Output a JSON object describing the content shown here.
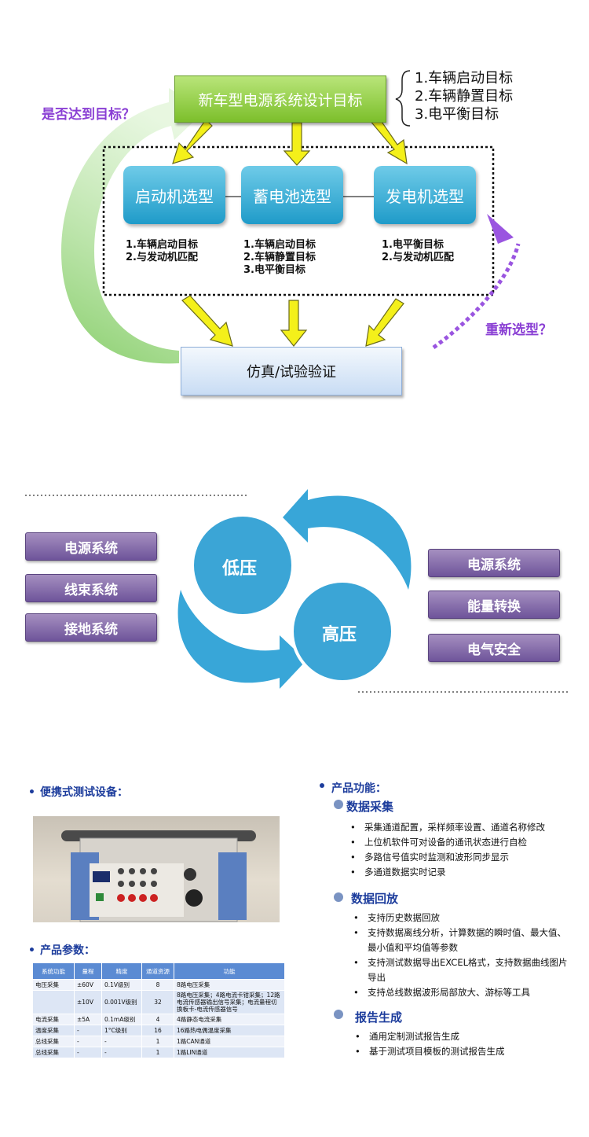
{
  "flow": {
    "top_box": "新车型电源系统设计目标",
    "goals": [
      "1.车辆启动目标",
      "2.车辆静置目标",
      "3.电平衡目标"
    ],
    "boxes": [
      {
        "label": "启动机选型",
        "items": [
          "1.车辆启动目标",
          "2.与发动机匹配"
        ]
      },
      {
        "label": "蓄电池选型",
        "items": [
          "1.车辆启动目标",
          "2.车辆静置目标",
          "3.电平衡目标"
        ]
      },
      {
        "label": "发电机选型",
        "items": [
          "1.电平衡目标",
          "2.与发动机匹配"
        ]
      }
    ],
    "sim_box": "仿真/试验验证",
    "left_question": "是否达到目标？",
    "right_question": "重新选型？"
  },
  "systems": {
    "left_buttons": [
      "电源系统",
      "线束系统",
      "接地系统"
    ],
    "right_buttons": [
      "电源系统",
      "能量转换",
      "电气安全"
    ],
    "low_voltage": "低压",
    "high_voltage": "高压"
  },
  "product": {
    "device_heading": "便携式测试设备：",
    "params_heading": "产品参数：",
    "table": {
      "headers": [
        "系统功能",
        "量程",
        "精度",
        "通道资源",
        "功能"
      ],
      "rows": [
        [
          "电压采集",
          "±60V",
          "0.1V级别",
          "8",
          "8路电压采集"
        ],
        [
          "",
          "±10V",
          "0.001V级别",
          "32",
          "8路电压采集；4路电流卡钳采集；12路电流传感器输出信号采集；电流量程切换板卡-电流传感器信号"
        ],
        [
          "电流采集",
          "±5A",
          "0.1mA级别",
          "4",
          "4路静态电流采集"
        ],
        [
          "温度采集",
          "-",
          "1°C级别",
          "16",
          "16路热电偶温度采集"
        ],
        [
          "总线采集",
          "-",
          "-",
          "1",
          "1路CAN通道"
        ],
        [
          "总线采集",
          "-",
          "-",
          "1",
          "1路LIN通道"
        ]
      ]
    },
    "features_heading": "产品功能：",
    "features": [
      {
        "title": "数据采集",
        "items": [
          "采集通道配置，采样频率设置、通道名称修改",
          "上位机软件可对设备的通讯状态进行自检",
          "多路信号值实时监测和波形同步显示",
          "多通道数据实时记录"
        ]
      },
      {
        "title": "数据回放",
        "items": [
          "支持历史数据回放",
          "支持数据离线分析，计算数据的瞬时值、最大值、最小值和平均值等参数",
          "支持测试数据导出EXCEL格式，支持数据曲线图片导出",
          "支持总线数据波形局部放大、游标等工具"
        ]
      },
      {
        "title": "报告生成",
        "items": [
          "通用定制测试报告生成",
          "基于测试项目模板的测试报告生成"
        ]
      }
    ]
  }
}
